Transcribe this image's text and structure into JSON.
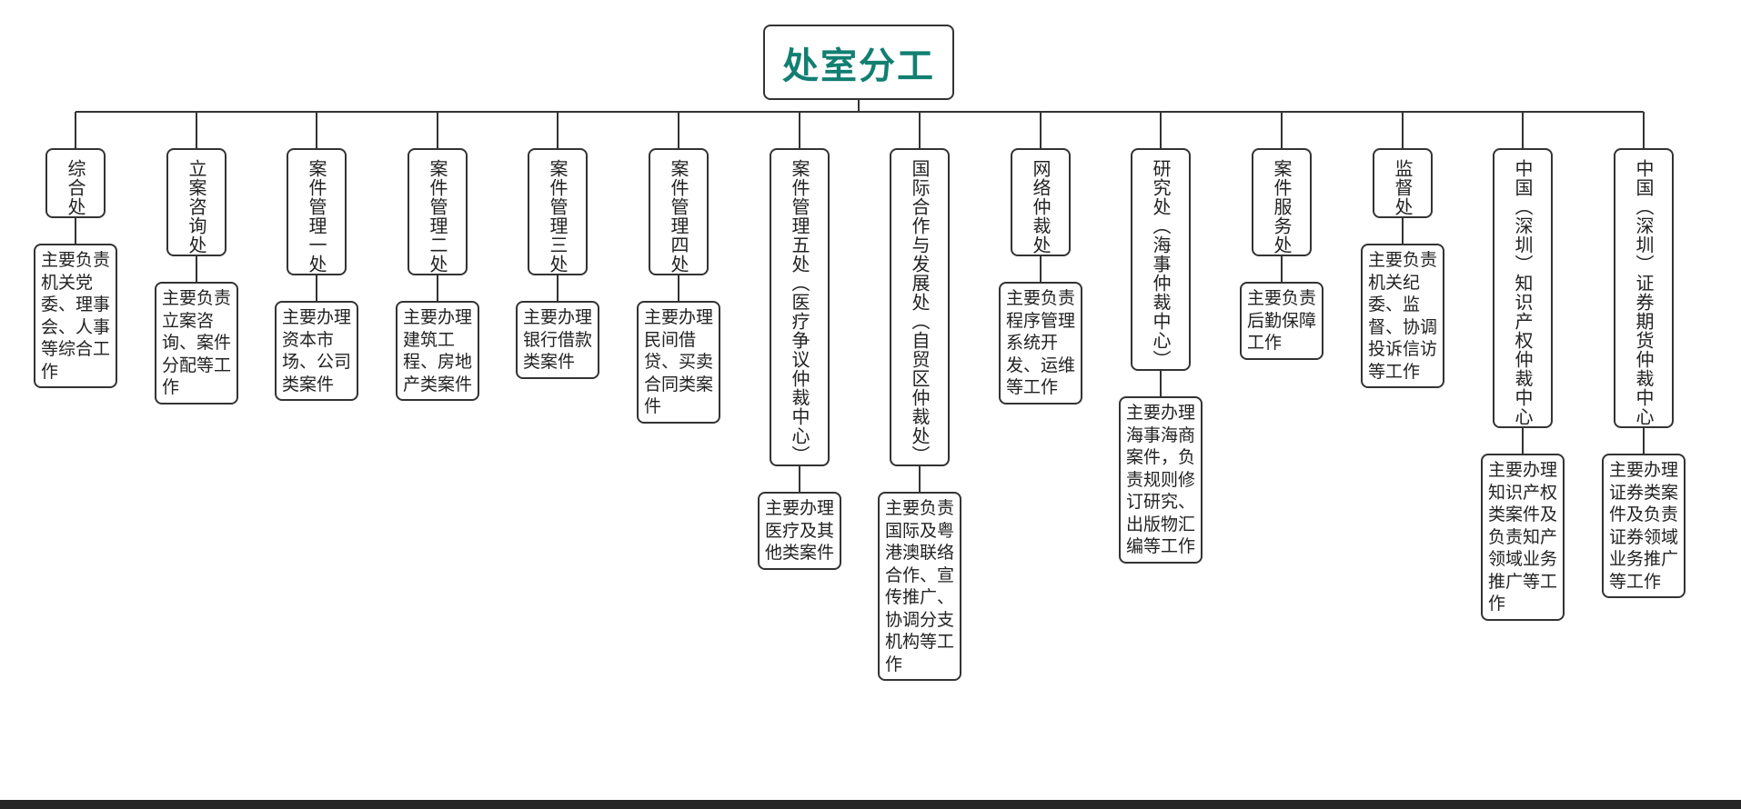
{
  "title": "处室分工",
  "departments": [
    {
      "name": "综合处",
      "desc": "主要负责机关党委、理事会、人事等综合工作"
    },
    {
      "name": "立案咨询处",
      "desc": "主要负责立案咨询、案件分配等工作"
    },
    {
      "name": "案件管理一处",
      "desc": "主要办理资本市场、公司类案件"
    },
    {
      "name": "案件管理二处",
      "desc": "主要办理建筑工程、房地产类案件"
    },
    {
      "name": "案件管理三处",
      "desc": "主要办理银行借款类案件"
    },
    {
      "name": "案件管理四处",
      "desc": "主要办理民间借贷、买卖合同类案件"
    },
    {
      "name": "案件管理五处（医疗争议仲裁中心）",
      "desc": "主要办理医疗及其他类案件"
    },
    {
      "name": "国际合作与发展处（自贸区仲裁处）",
      "desc": "主要负责国际及粤港澳联络合作、宣传推广、协调分支机构等工作"
    },
    {
      "name": "网络仲裁处",
      "desc": "主要负责程序管理系统开发、运维等工作"
    },
    {
      "name": "研究处（海事仲裁中心）",
      "desc": "主要办理海事海商案件，负责规则修订研究、出版物汇编等工作"
    },
    {
      "name": "案件服务处",
      "desc": "主要负责后勤保障工作"
    },
    {
      "name": "监督处",
      "desc": "主要负责机关纪委、监督、协调投诉信访等工作"
    },
    {
      "name": "中国（深圳）知识产权仲裁中心",
      "desc": "主要办理知识产权类案件及负责知产领域业务推广等工作"
    },
    {
      "name": "中国（深圳）证券期货仲裁中心",
      "desc": "主要办理证券类案件及负责证券领域业务推广等工作"
    }
  ],
  "colors": {
    "title": "#127f72",
    "border": "#333333",
    "footer": "#262626"
  }
}
